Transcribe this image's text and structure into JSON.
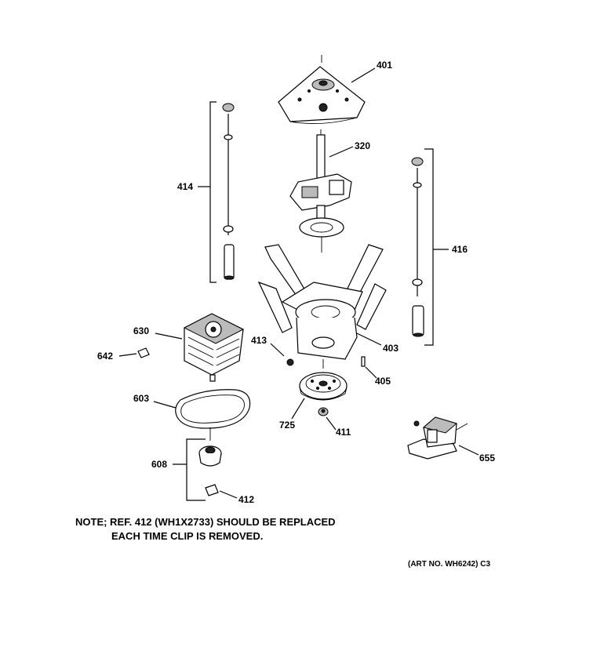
{
  "parts": {
    "p401": "401",
    "p320": "320",
    "p414": "414",
    "p416": "416",
    "p630": "630",
    "p642": "642",
    "p413": "413",
    "p403": "403",
    "p405": "405",
    "p603": "603",
    "p725": "725",
    "p411": "411",
    "p608": "608",
    "p412": "412",
    "p655": "655"
  },
  "note": {
    "line1": "NOTE; REF. 412 (WH1X2733) SHOULD BE REPLACED",
    "line2": "EACH TIME CLIP IS REMOVED."
  },
  "art_number": "(ART NO. WH6242) C3"
}
